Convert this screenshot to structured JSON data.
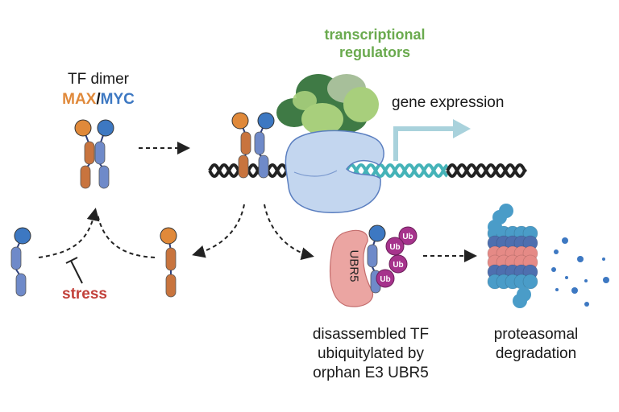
{
  "labels": {
    "tf_dimer_title": "TF dimer",
    "max": "MAX",
    "slash": "/",
    "myc": "MYC",
    "transcriptional_regulators_line1": "transcriptional",
    "transcriptional_regulators_line2": "regulators",
    "gene_expression": "gene expression",
    "stress": "stress",
    "ubr5": "UBR5",
    "ub": "Ub",
    "disassembled_line1": "disassembled TF",
    "disassembled_line2": "ubiquitylated by",
    "disassembled_line3": "orphan E3 UBR5",
    "proteasomal_line1": "proteasomal",
    "proteasomal_line2": "degradation"
  },
  "colors": {
    "max": "#e0893a",
    "myc": "#3d78c2",
    "max_body": "#c8743e",
    "myc_body": "#6f8ac9",
    "regulators_text": "#6aaa4e",
    "stress_text": "#c2403a",
    "ub": "#a6338c",
    "ubr5": "#eba5a2",
    "polymerase": "#c3d6ef",
    "dna_dark": "#222222",
    "dna_teal": "#45b3b8",
    "arrow_light": "#a9d2dc",
    "proteasome_outer": "#4a9cc8",
    "proteasome_mid": "#4e6faf",
    "proteasome_core": "#e58a86"
  }
}
